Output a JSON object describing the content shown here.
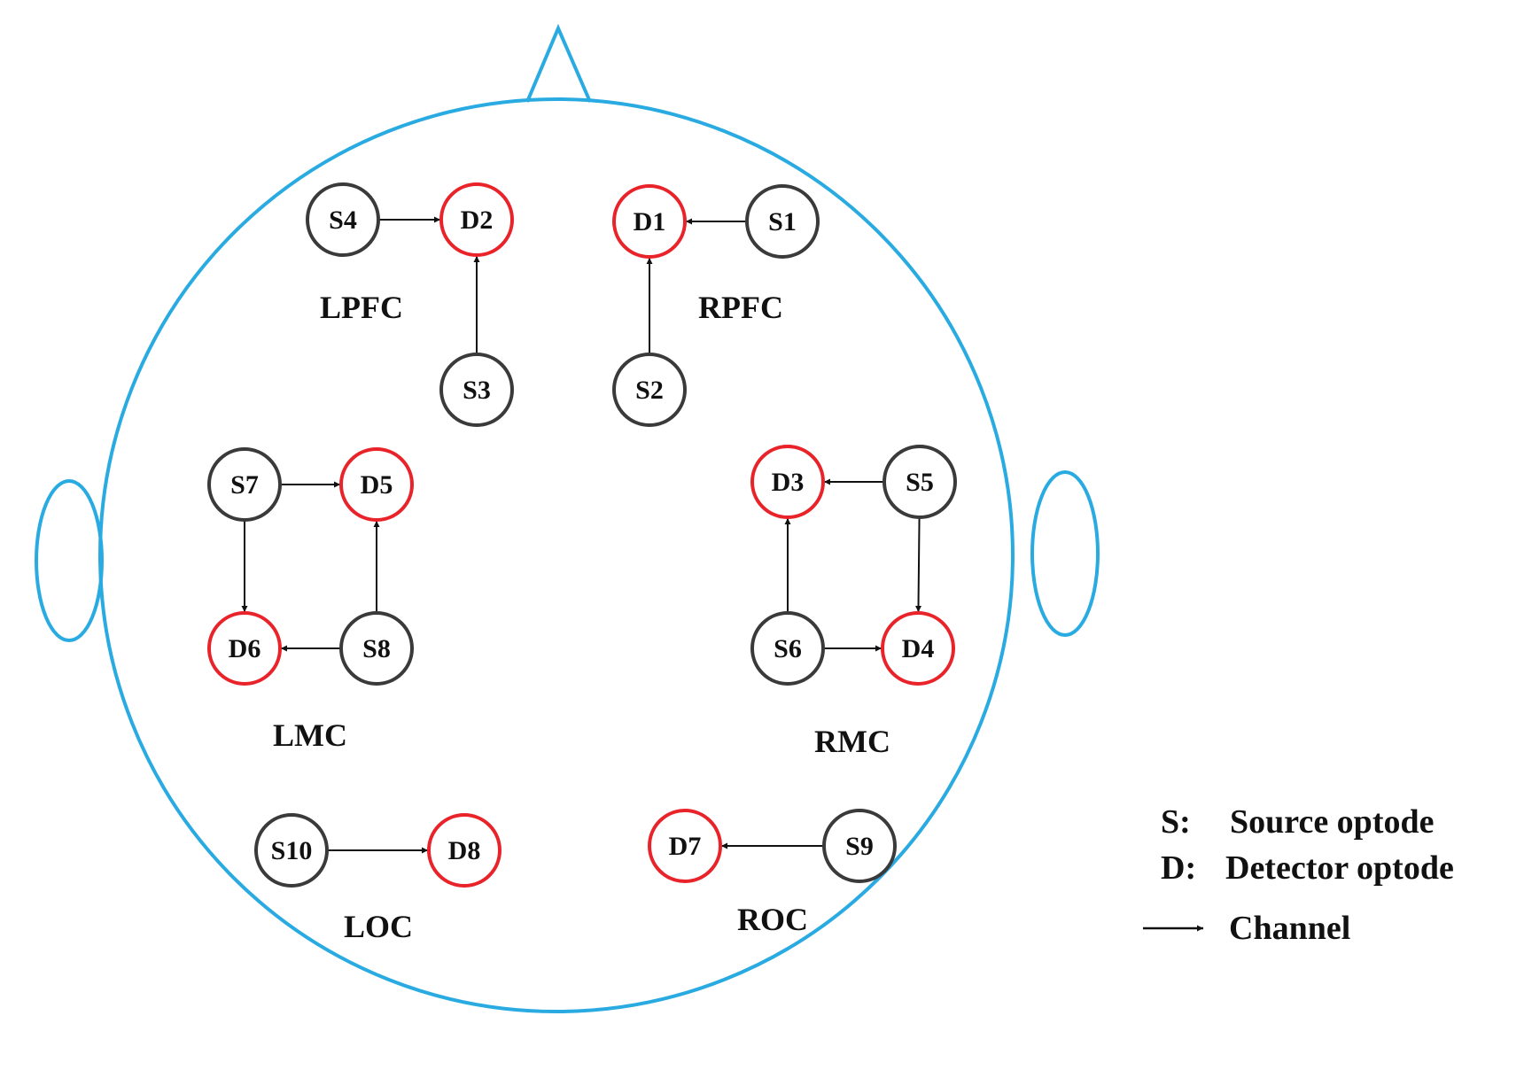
{
  "colors": {
    "head_outline": "#29abe2",
    "source_ring": "#3a3a3a",
    "detector_ring": "#e8242a",
    "channel_arrow": "#111111"
  },
  "optodes": [
    {
      "id": "S4",
      "kind": "source"
    },
    {
      "id": "D2",
      "kind": "detector"
    },
    {
      "id": "S3",
      "kind": "source"
    },
    {
      "id": "D1",
      "kind": "detector"
    },
    {
      "id": "S1",
      "kind": "source"
    },
    {
      "id": "S2",
      "kind": "source"
    },
    {
      "id": "S7",
      "kind": "source"
    },
    {
      "id": "D5",
      "kind": "detector"
    },
    {
      "id": "D6",
      "kind": "detector"
    },
    {
      "id": "S8",
      "kind": "source"
    },
    {
      "id": "D3",
      "kind": "detector"
    },
    {
      "id": "S5",
      "kind": "source"
    },
    {
      "id": "S6",
      "kind": "source"
    },
    {
      "id": "D4",
      "kind": "detector"
    },
    {
      "id": "S10",
      "kind": "source"
    },
    {
      "id": "D8",
      "kind": "detector"
    },
    {
      "id": "D7",
      "kind": "detector"
    },
    {
      "id": "S9",
      "kind": "source"
    }
  ],
  "channels": [
    {
      "from": "S4",
      "to": "D2"
    },
    {
      "from": "S3",
      "to": "D2"
    },
    {
      "from": "S1",
      "to": "D1"
    },
    {
      "from": "S2",
      "to": "D1"
    },
    {
      "from": "S7",
      "to": "D5"
    },
    {
      "from": "S7",
      "to": "D6"
    },
    {
      "from": "S8",
      "to": "D5"
    },
    {
      "from": "S8",
      "to": "D6"
    },
    {
      "from": "S5",
      "to": "D3"
    },
    {
      "from": "S5",
      "to": "D4"
    },
    {
      "from": "S6",
      "to": "D3"
    },
    {
      "from": "S6",
      "to": "D4"
    },
    {
      "from": "S10",
      "to": "D8"
    },
    {
      "from": "S9",
      "to": "D7"
    }
  ],
  "regions": {
    "lpfc": "LPFC",
    "rpfc": "RPFC",
    "lmc": "LMC",
    "rmc": "RMC",
    "loc": "LOC",
    "roc": "ROC"
  },
  "legend": {
    "source_key": "S:",
    "source_text": "Source optode",
    "detector_key": "D:",
    "detector_text": "Detector optode",
    "channel_text": "Channel"
  }
}
